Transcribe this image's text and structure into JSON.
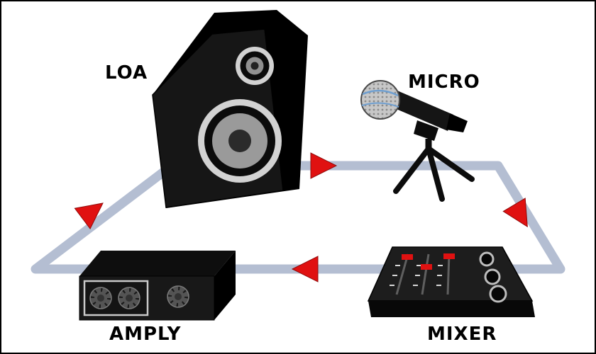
{
  "diagram": {
    "background": "#ffffff",
    "nodes": [
      {
        "id": "loa",
        "label": "LOA",
        "icon": "speaker-icon"
      },
      {
        "id": "micro",
        "label": "MICRO",
        "icon": "microphone-icon"
      },
      {
        "id": "mixer",
        "label": "MIXER",
        "icon": "mixer-icon"
      },
      {
        "id": "amply",
        "label": "AMPLY",
        "icon": "amplifier-icon"
      }
    ],
    "connections": [
      {
        "from": "LOA",
        "to": "MICRO"
      },
      {
        "from": "MICRO",
        "to": "MIXER"
      },
      {
        "from": "MIXER",
        "to": "AMPLY"
      },
      {
        "from": "AMPLY",
        "to": "LOA"
      }
    ],
    "colors": {
      "path": "#b4bed2",
      "arrowhead": "#e01111",
      "arrowhead_edge": "#8f0a0a",
      "fader": "#e01111",
      "label": "#000000",
      "border": "#000000"
    }
  }
}
